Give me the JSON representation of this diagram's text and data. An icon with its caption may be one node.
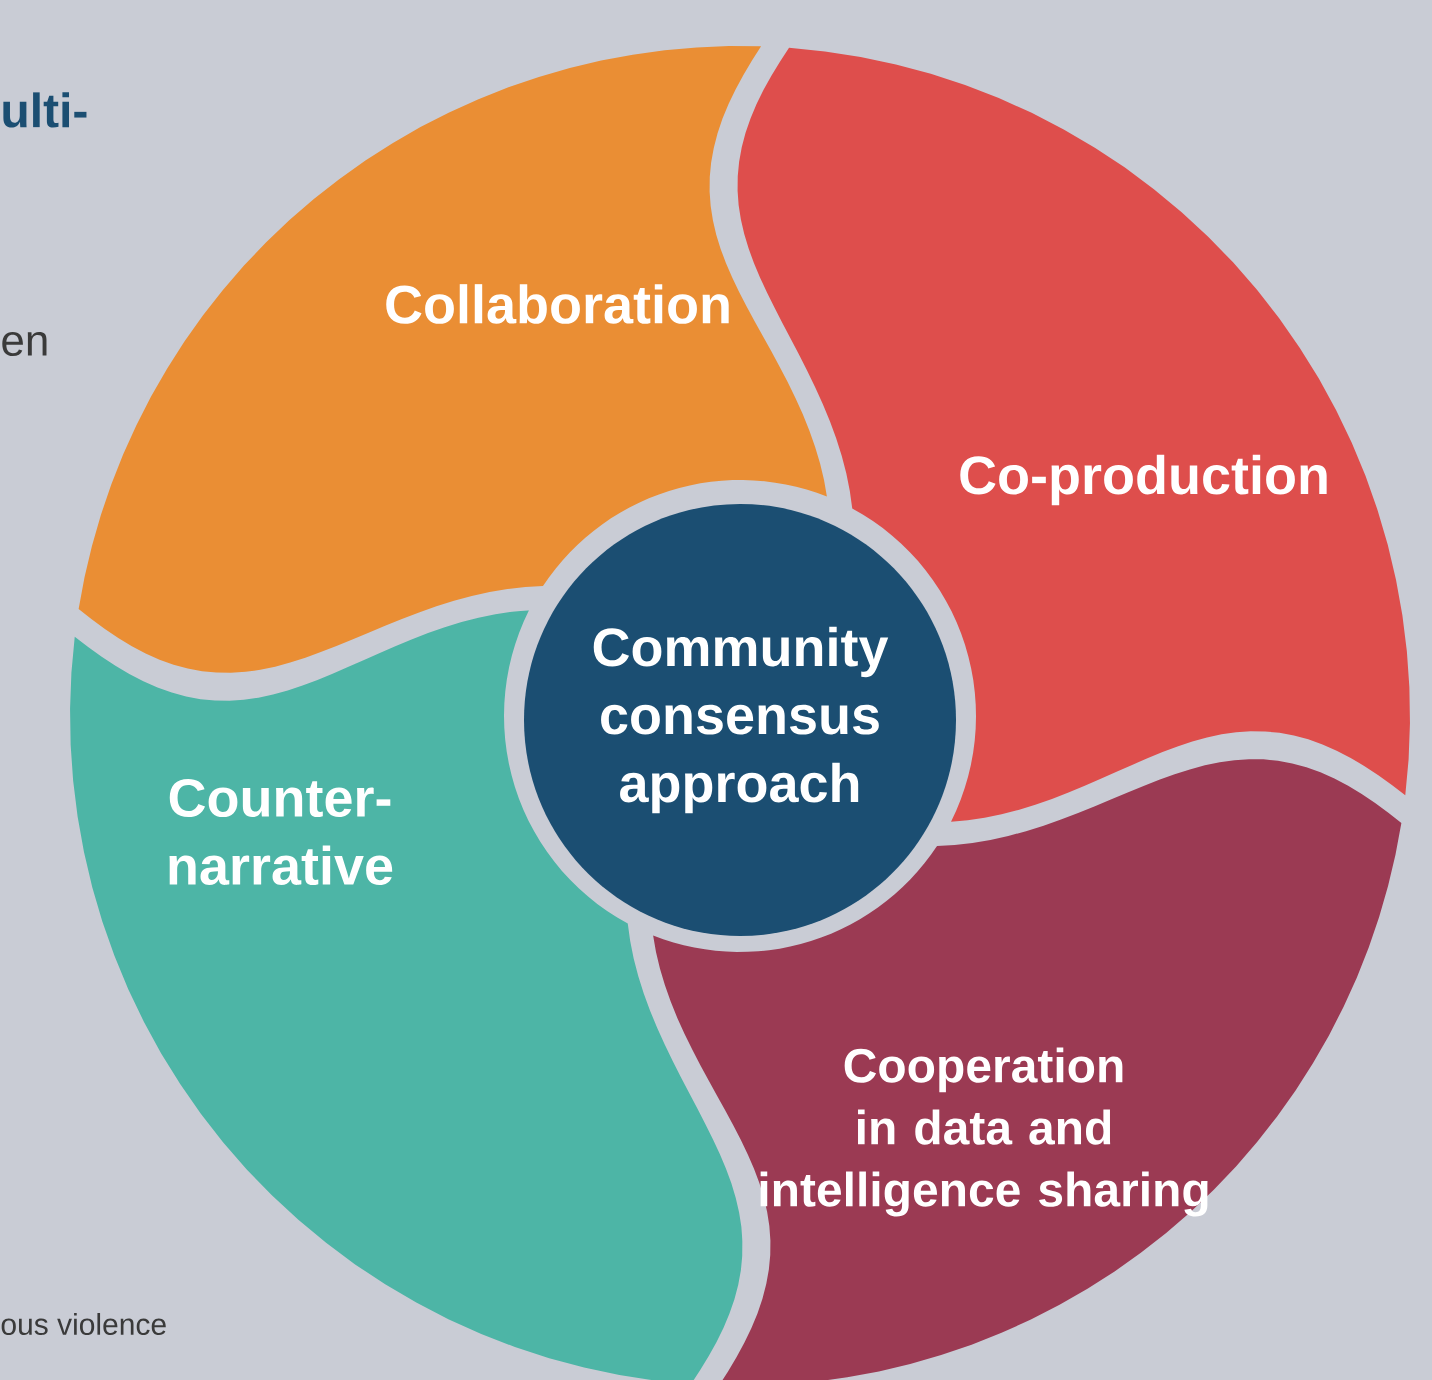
{
  "diagram": {
    "nodes": [
      {
        "text": [
          "Collaboration"
        ]
      },
      {
        "text": [
          "Co-production"
        ]
      },
      {
        "text": [
          "Community consensus approach"
        ]
      },
      {
        "text": [
          "Counter-narrative"
        ]
      },
      {
        "text": [
          "Cooperation in data and intelligence sharing"
        ]
      }
    ],
    "labels": [
      "ulti-",
      "en",
      "ous violence"
    ]
  }
}
